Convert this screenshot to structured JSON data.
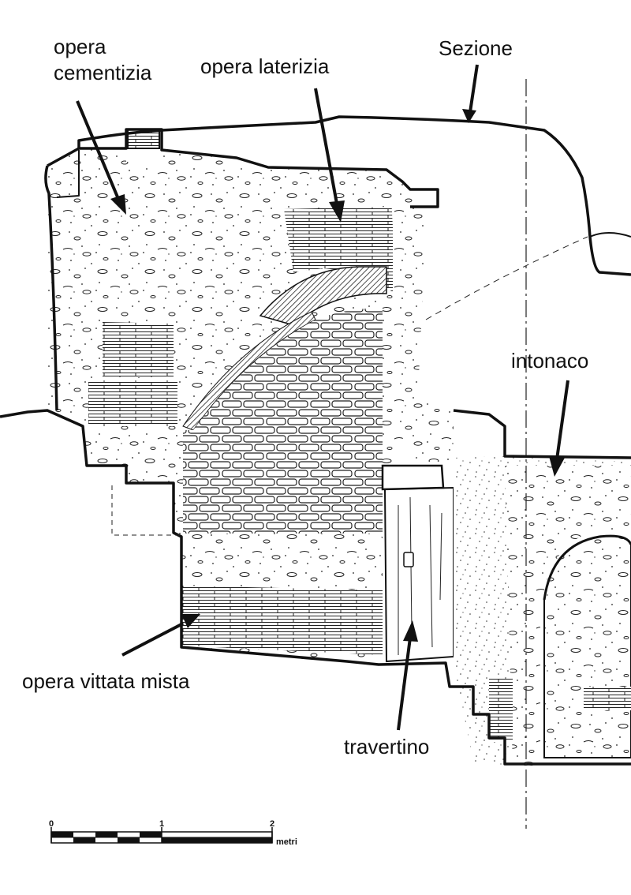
{
  "labels": {
    "opera_cementizia_1": "opera",
    "opera_cementizia_2": "cementizia",
    "opera_laterizia": "opera laterizia",
    "sezione": "Sezione",
    "intonaco": "intonaco",
    "opera_vittata_mista": "opera vittata mista",
    "travertino": "travertino"
  },
  "scale_bar": {
    "ticks": [
      "0",
      "1",
      "2"
    ],
    "unit": "metri"
  }
}
